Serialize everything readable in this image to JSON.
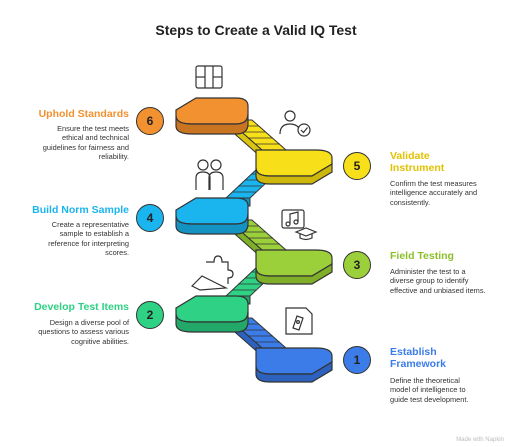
{
  "title": "Steps to Create a Valid IQ Test",
  "colors": {
    "blue": "#3b7ce8",
    "green_light": "#9cd03a",
    "yellow": "#f7e019",
    "orange": "#f29130",
    "cyan": "#1ab4ee",
    "green": "#2fd184"
  },
  "steps": [
    {
      "number": "1",
      "title": "Establish Framework",
      "desc": "Define the theoretical model of intelligence to guide test development.",
      "color": "#3b7ce8",
      "icon": "pen-document-icon"
    },
    {
      "number": "2",
      "title": "Develop Test Items",
      "desc": "Design a diverse pool of questions to assess various cognitive abilities.",
      "color": "#2fd184",
      "icon": "puzzle-hand-icon"
    },
    {
      "number": "3",
      "title": "Field Testing",
      "desc": "Administer the test to a diverse group to identify effective and unbiased items.",
      "color": "#9cd03a",
      "icon": "music-graduation-icon"
    },
    {
      "number": "4",
      "title": "Build Norm Sample",
      "desc": "Create a representative sample to establish a reference for interpreting scores.",
      "color": "#1ab4ee",
      "icon": "people-icon"
    },
    {
      "number": "5",
      "title": "Validate Instrument",
      "desc": "Confirm the test measures intelligence accurately and consistently.",
      "color": "#f7e019",
      "icon": "person-check-icon"
    },
    {
      "number": "6",
      "title": "Uphold Standards",
      "desc": "Ensure the test meets ethical and technical guidelines for fairness and reliability.",
      "color": "#f29130",
      "icon": "window-grid-icon"
    }
  ],
  "footer": "Made with  Napkin"
}
